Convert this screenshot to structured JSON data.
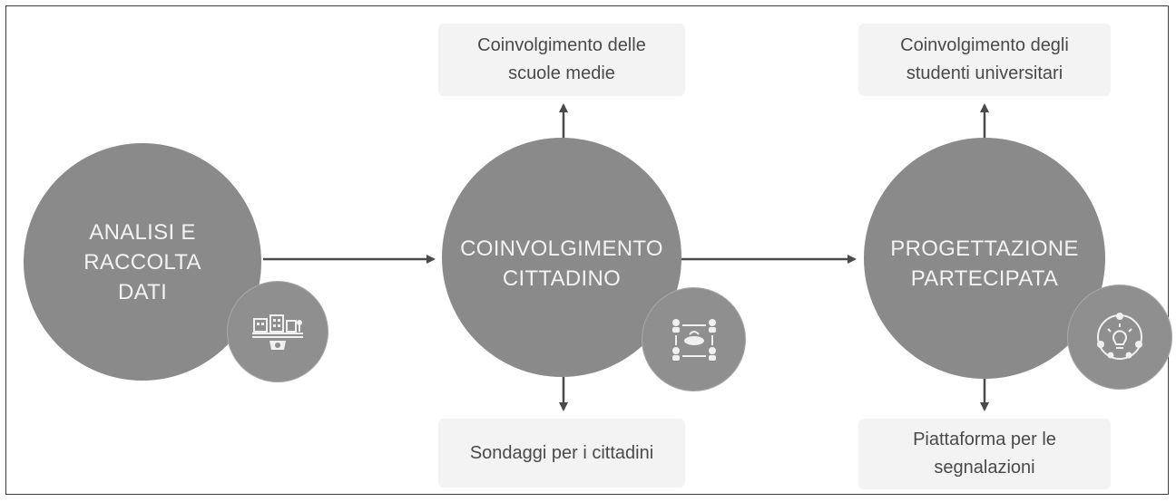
{
  "stages": [
    {
      "label": "ANALISI E\nRACCOLTA\nDATI",
      "icon": "buildings-gear-icon"
    },
    {
      "label": "COINVOLGIMENTO\nCITTADINO",
      "icon": "people-meeting-icon"
    },
    {
      "label": "PROGETTAZIONE\nPARTECIPATA",
      "icon": "collaboration-idea-icon"
    }
  ],
  "outputs": {
    "top_middle": "Coinvolgimento delle\nscuole medie",
    "bottom_middle": "Sondaggi per i cittadini",
    "top_right": "Coinvolgimento degli\nstudenti universitari",
    "bottom_right": "Piattaforma per le\nsegnalazioni"
  },
  "colors": {
    "circle": "#8a8a8a",
    "arrow": "#4a4a4a",
    "box": "#f3f3f3",
    "text": "#4a4a4a"
  }
}
